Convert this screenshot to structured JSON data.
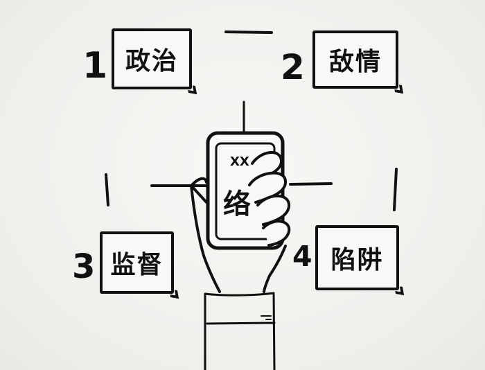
{
  "items": [
    {
      "number": "1",
      "label": "政治"
    },
    {
      "number": "2",
      "label": "敌情"
    },
    {
      "number": "3",
      "label": "监督"
    },
    {
      "number": "4",
      "label": "陷阱"
    }
  ],
  "phone": {
    "top_text": "XX",
    "middle_text": "络"
  }
}
